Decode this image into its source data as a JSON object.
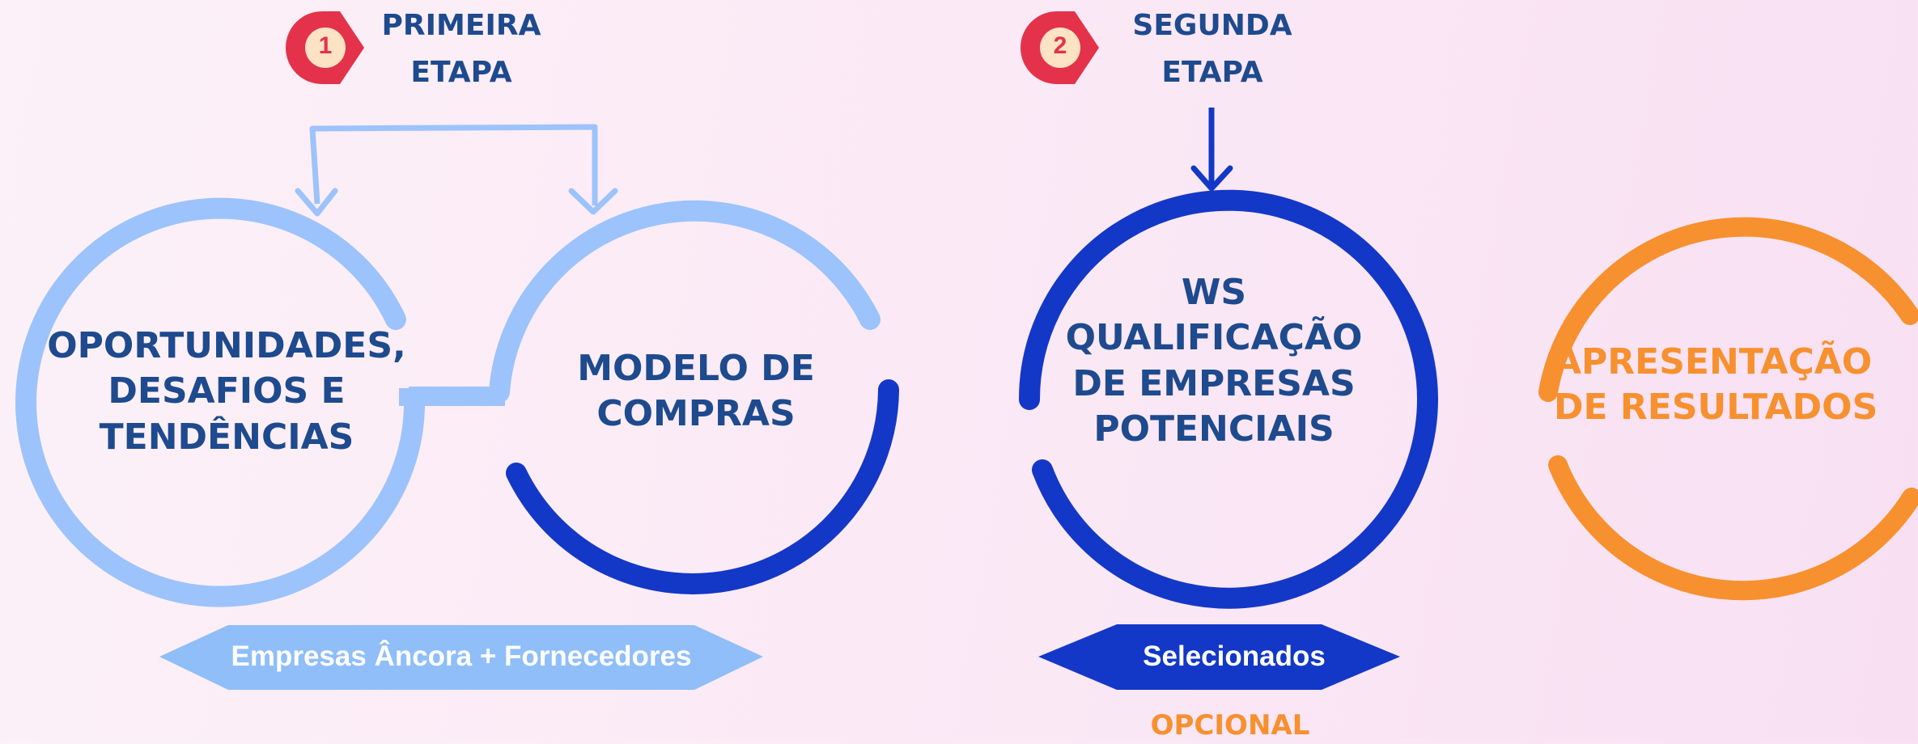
{
  "colors": {
    "light_blue": "#9cc3fb",
    "dark_blue": "#1338c7",
    "orange": "#f7902f",
    "badge_red": "#e3324a",
    "badge_fill": "#fde2c4",
    "text_blue": "#1e4a8e"
  },
  "steps": [
    {
      "number": "1",
      "title": "PRIMEIRA\nETAPA",
      "icon": "map-pin-badge-icon"
    },
    {
      "number": "2",
      "title": "SEGUNDA\nETAPA",
      "icon": "map-pin-badge-icon"
    }
  ],
  "circles": [
    {
      "label": "OPORTUNIDADES,\nDESAFIOS E\nTENDÊNCIAS"
    },
    {
      "label": "MODELO DE\nCOMPRAS"
    },
    {
      "label": "WS\nQUALIFICAÇÃO\nDE EMPRESAS\nPOTENCIAIS"
    },
    {
      "label": "APRESENTAÇÃO\nDE RESULTADOS"
    }
  ],
  "bands": [
    {
      "label": "Empresas Âncora + Fornecedores"
    },
    {
      "label": "Selecionados"
    }
  ],
  "optional_label": "OPCIONAL"
}
